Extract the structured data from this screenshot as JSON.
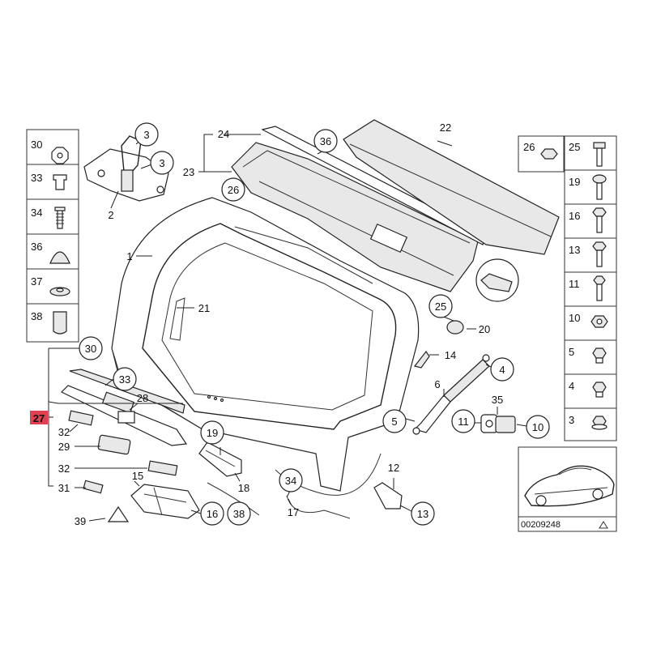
{
  "diagram": {
    "catalog_number": "00209248",
    "highlight_color": "#e04050",
    "highlight_label": "27",
    "callouts": [
      {
        "id": "c3a",
        "text": "3"
      },
      {
        "id": "c3b",
        "text": "3"
      },
      {
        "id": "c2",
        "text": "2"
      },
      {
        "id": "c1",
        "text": "1"
      },
      {
        "id": "c21",
        "text": "21"
      },
      {
        "id": "c24",
        "text": "24"
      },
      {
        "id": "c23",
        "text": "23"
      },
      {
        "id": "c26",
        "text": "26"
      },
      {
        "id": "c36",
        "text": "36"
      },
      {
        "id": "c22",
        "text": "22"
      },
      {
        "id": "c25",
        "text": "25"
      },
      {
        "id": "c20",
        "text": "20"
      },
      {
        "id": "c14",
        "text": "14"
      },
      {
        "id": "c4",
        "text": "4"
      },
      {
        "id": "c6",
        "text": "6"
      },
      {
        "id": "c35",
        "text": "35"
      },
      {
        "id": "c5",
        "text": "5"
      },
      {
        "id": "c11",
        "text": "11"
      },
      {
        "id": "c10",
        "text": "10"
      },
      {
        "id": "c30",
        "text": "30"
      },
      {
        "id": "c33",
        "text": "33"
      },
      {
        "id": "c28",
        "text": "28"
      },
      {
        "id": "c32a",
        "text": "32"
      },
      {
        "id": "c29",
        "text": "29"
      },
      {
        "id": "c32b",
        "text": "32"
      },
      {
        "id": "c15",
        "text": "15"
      },
      {
        "id": "c31",
        "text": "31"
      },
      {
        "id": "c39",
        "text": "39"
      },
      {
        "id": "c16",
        "text": "16"
      },
      {
        "id": "c38",
        "text": "38"
      },
      {
        "id": "c19",
        "text": "19"
      },
      {
        "id": "c18",
        "text": "18"
      },
      {
        "id": "c34",
        "text": "34"
      },
      {
        "id": "c17",
        "text": "17"
      },
      {
        "id": "c12",
        "text": "12"
      },
      {
        "id": "c13",
        "text": "13"
      }
    ],
    "left_panel": [
      "30",
      "33",
      "34",
      "36",
      "37",
      "38"
    ],
    "right_panel_top": "26",
    "right_panel": [
      "25",
      "19",
      "16",
      "13",
      "11",
      "10",
      "5",
      "4",
      "3"
    ]
  }
}
